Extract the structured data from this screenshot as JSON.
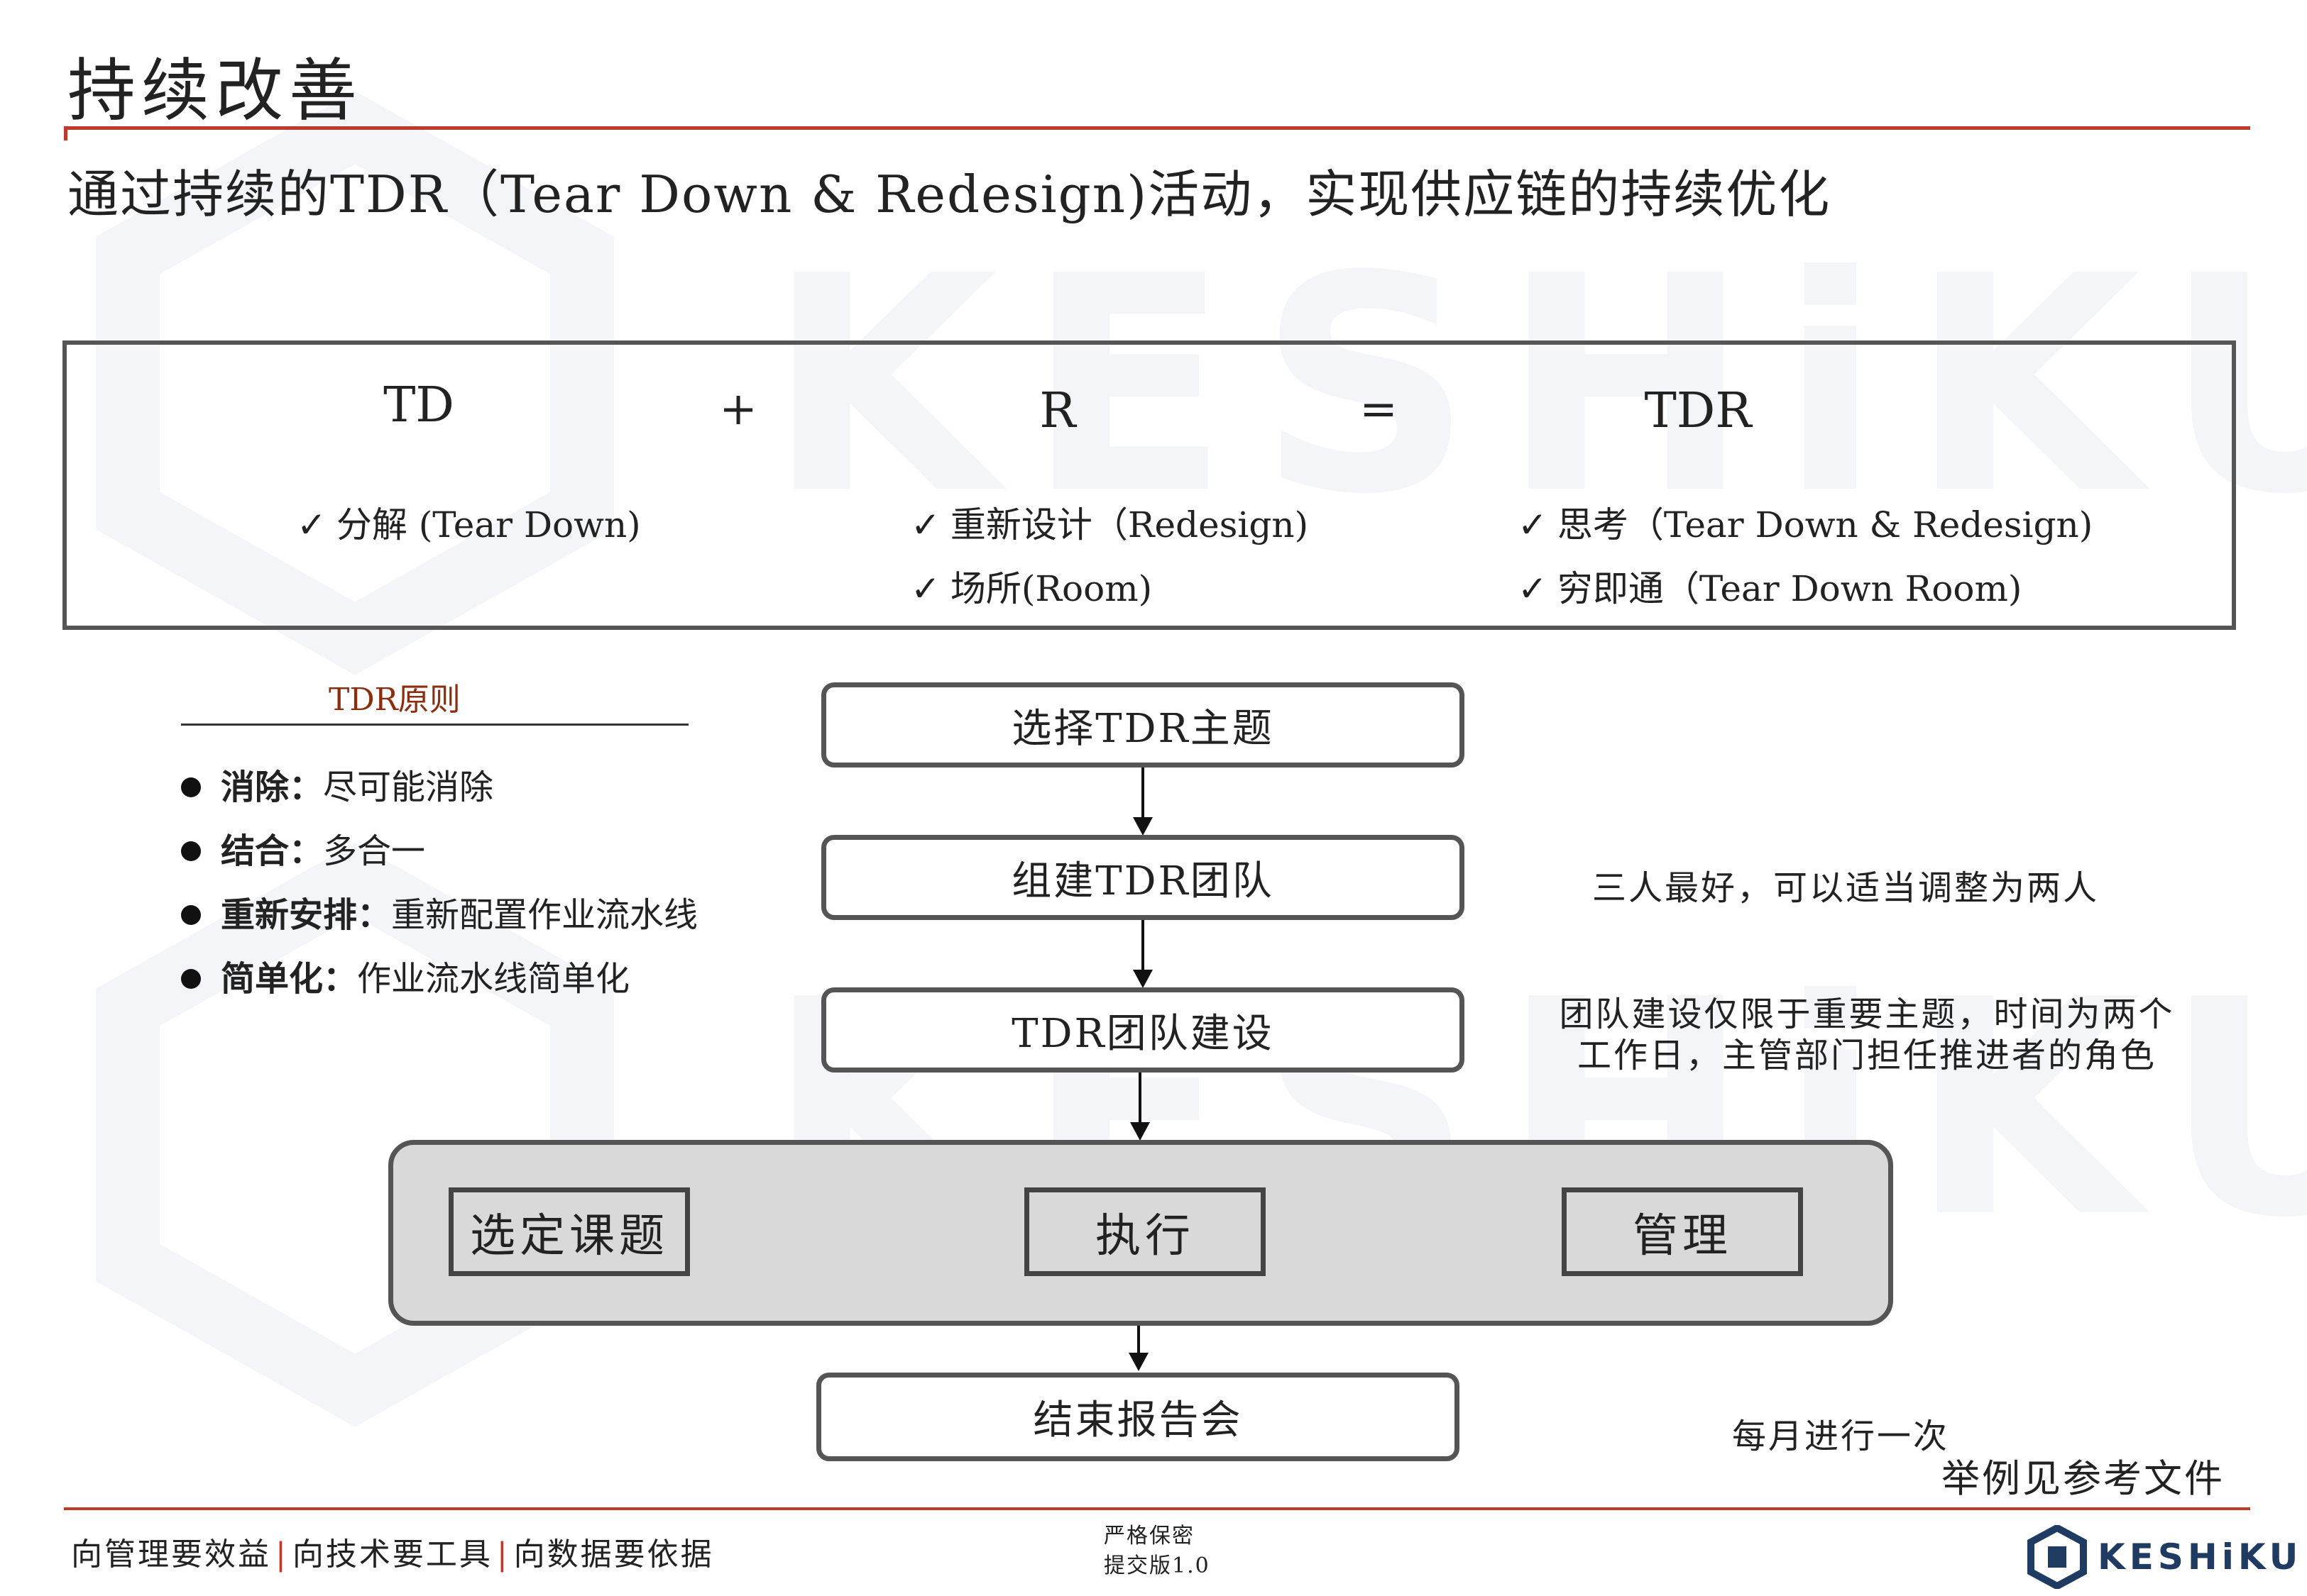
{
  "watermark": {
    "text": "KESHiKU"
  },
  "header": {
    "title": "持续改善",
    "subtitle": "通过持续的TDR（Tear Down & Redesign)活动，实现供应链的持续优化"
  },
  "formula": {
    "terms": [
      {
        "label": "TD",
        "items": [
          "分解 (Tear Down)"
        ]
      },
      {
        "label": "R",
        "items": [
          "重新设计（Redesign)",
          "场所(Room)"
        ]
      },
      {
        "label": "TDR",
        "items": [
          "思考（Tear Down & Redesign)",
          "穷即通（Tear Down Room)"
        ]
      }
    ],
    "plus": "+",
    "equals": "=",
    "check": "✓"
  },
  "principles": {
    "heading": "TDR原则",
    "items": [
      {
        "term": "消除：",
        "desc": "尽可能消除"
      },
      {
        "term": "结合：",
        "desc": "多合一"
      },
      {
        "term": "重新安排：",
        "desc": "重新配置作业流水线"
      },
      {
        "term": "简单化：",
        "desc": "作业流水线简单化"
      }
    ]
  },
  "flow": {
    "steps": [
      "选择TDR主题",
      "组建TDR团队",
      "TDR团队建设"
    ],
    "phases": [
      "选定课题",
      "执行",
      "管理"
    ],
    "final": "结束报告会"
  },
  "notes": {
    "team": "三人最好，可以适当调整为两人",
    "building_line1": "团队建设仅限于重要主题，时间为两个",
    "building_line2": "工作日，主管部门担任推进者的角色",
    "monthly": "每月进行一次",
    "reference": "举例见参考文件"
  },
  "footer": {
    "slogan1": "向管理要效益",
    "slogan2": "向技术要工具",
    "slogan3": "向数据要依据",
    "divider": "|",
    "confidential": "严格保密",
    "version": "提交版1.0",
    "logo_text": "KESHiKU"
  },
  "colors": {
    "accent": "#c0392b",
    "border": "#555555",
    "phase_bg": "#d9d9d9",
    "principle_heading": "#8b2e0f",
    "logo": "#1f3b62"
  }
}
